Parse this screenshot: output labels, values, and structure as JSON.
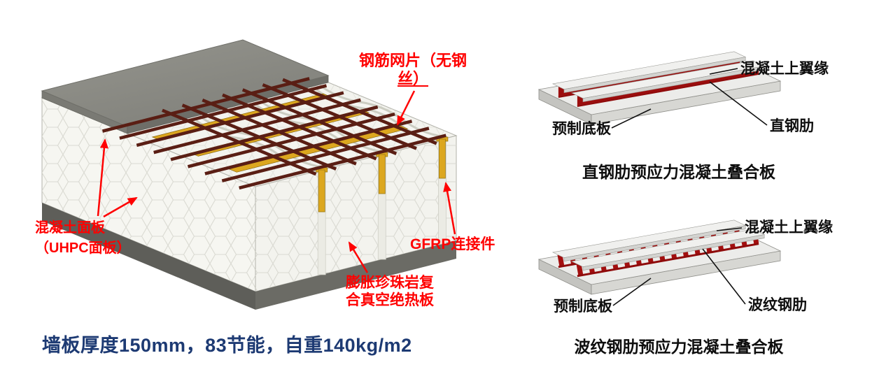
{
  "wall_panel": {
    "labels": {
      "mesh_line1": "钢筋网片（无钢",
      "mesh_line2": "丝）",
      "concrete_line1": "混凝土面板",
      "concrete_line2": "（UHPC面板）",
      "gfrp": "GFRP连接件",
      "perlite_line1": "膨胀珍珠岩复",
      "perlite_line2": "合真空绝热板"
    },
    "caption": "墙板厚度150mm，83节能，自重140kg/m2"
  },
  "straight_rib_slab": {
    "labels": {
      "top_flange": "混凝土上翼缘",
      "precast_base": "预制底板",
      "rib": "直钢肋"
    },
    "caption": "直钢肋预应力混凝土叠合板"
  },
  "corrugated_rib_slab": {
    "labels": {
      "top_flange": "混凝土上翼缘",
      "precast_base": "预制底板",
      "rib": "波纹钢肋"
    },
    "caption": "波纹钢肋预应力混凝土叠合板"
  },
  "colors": {
    "label_red": "#ff0000",
    "caption_blue": "#1d3a73",
    "rebar_brown": "#5a1e14",
    "gfrp_yellow": "#dca71f",
    "rib_red": "#a30f0f",
    "concrete_gray": "#8d8d86"
  }
}
